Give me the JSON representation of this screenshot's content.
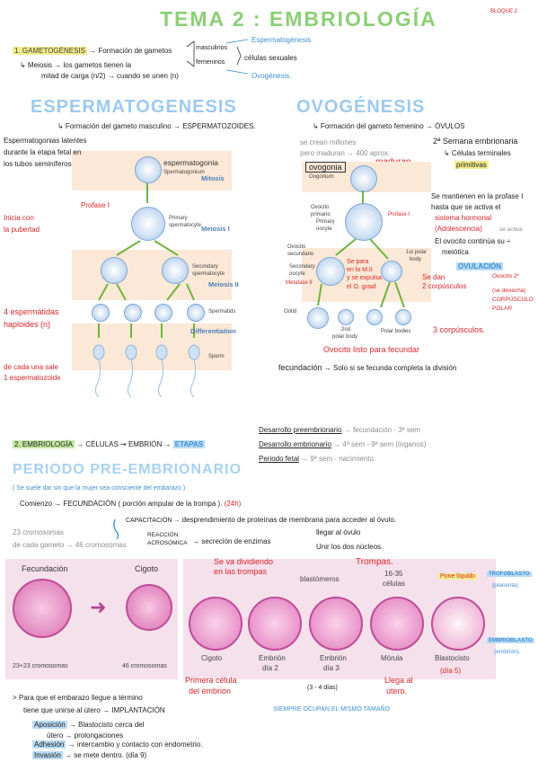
{
  "header": {
    "title": "TEMA 2 : EMBRIOLOGÍA",
    "bloque": "BLOQUE 2"
  },
  "intro": {
    "gametogenesis": "1. GAMETOGÉNESIS",
    "gametogenesis_def": "→ Formación de gametos",
    "masculinos": "masculinos",
    "femeninos": "femeninos",
    "espermatogenesis_link": "Espermatogénesis",
    "ovogenesis_link": "Ovogénesis.",
    "celulas_sexuales": "células sexuales",
    "meiosis_line1": "↳ Meiosis → los gametos tienen la",
    "meiosis_line2": "mitad de carga (n/2) → cuando se unen (n)"
  },
  "esperm": {
    "title": "ESPERMATOGENESIS",
    "def": "↳ Formación del gameto masculino → ESPERMATOZOIDES.",
    "spermatogonias_1": "Espermatogonias latentes",
    "spermatogonias_2": "durante la etapa fetal en",
    "spermatogonias_3": "los tubos seminíferos",
    "profase": "Profase I",
    "inicia_1": "Inicia con",
    "inicia_2": "la pubertad",
    "espermatidas_1": "4 espermátidas",
    "espermatidas_2": "haploides (n)",
    "cada_1": "de cada una sale",
    "cada_2": "1 espermatozoide"
  },
  "esperm_diagram": {
    "espermatogonia": "espermatogonia",
    "spermatogonium": "Spermatogonium",
    "mitosis": "Mitosis",
    "primary_1": "Primary",
    "primary_2": "spermatocyte",
    "meiosis1": "Meiosis I",
    "secondary_1": "Secondary",
    "secondary_2": "spermatocyte",
    "meiosis2": "Meiosis II",
    "spermatids": "Spermatids",
    "differentiation": "Differentiation",
    "sperm": "Sperm"
  },
  "ovo": {
    "title": "OVOGÉNESIS",
    "def": "↳ Formación del gameto femenino → ÓVULOS",
    "se_crean_1": "se crean millones",
    "se_crean_2": "pero maduran → 400 aprox.",
    "maduran": "maduran",
    "ovogonia": "ovogonia",
    "semana": "2ª Semana embrionaria",
    "celulas_term_1": "↳ Células terminales",
    "celulas_term_2": "primitivas",
    "mantienen_1": "Se mantienen en la profase I",
    "mantienen_2": "hasta que se activa el",
    "mantienen_3": "sistema hormonal",
    "mantienen_4": "(Adolescencia)",
    "se_activa": "se activa",
    "continua_1": "El ovocito continúa su ÷",
    "continua_2": "meiótica",
    "ovulacion": "OVULACIÓN",
    "se_para_1": "Se para",
    "se_para_2": "en la M.II",
    "se_para_3": "y se expulsa",
    "se_para_4": "el O. graaf",
    "se_dan_1": "Se dan",
    "se_dan_2": "2 corpúsculos",
    "ovocito2": "Ovocito 2º",
    "se_desecha_1": "(se desecha)",
    "se_desecha_2": "CORPÚSCULO",
    "se_desecha_3": "POLAR",
    "tres_corp": "3 corpúsculos.",
    "ovocito_listo": "Ovocito listo para fecundar",
    "fecundacion": "fecundación",
    "solo_si": "→ Solo si se fecunda completa la división"
  },
  "ovo_diagram": {
    "ovogonia_lbl": "Oogonium",
    "ovocito_primario_1": "Ovocito",
    "ovocito_primario_2": "primario",
    "primary_oocyte_1": "Primary",
    "primary_oocyte_2": "oocyte",
    "profase": "Profase I",
    "ovocito_secundario_1": "Ovocito",
    "ovocito_secundario_2": "secundario",
    "secondary_oocyte_1": "Secondary",
    "secondary_oocyte_2": "oocyte",
    "metafase": "Metafase II",
    "first_polar_1": "1st polar",
    "first_polar_2": "body",
    "ootid": "Ootid",
    "second_polar_1": "2nd",
    "second_polar_2": "polar body",
    "polar_bodies": "Polar bodies"
  },
  "embrio": {
    "heading": "2. EMBRIOLOGÍA",
    "chain": "→ CÉLULAS ⇝ EMBRIÓN →",
    "etapas": "ETAPAS",
    "stage1": "Desarrollo preembrionario",
    "stage1_info": "→ fecundación - 3ª sem",
    "stage2": "Desarrollo embrionario",
    "stage2_info": "→ 4ª sem - 9ª sem (órganos)",
    "stage3": "Periodo fetal",
    "stage3_info": "→ 9ª sem - nacimiento."
  },
  "pre": {
    "title": "PERIODO PRE-EMBRIONARIO",
    "subtitle": "( Se suele dar sin que la mujer sea consciente del embarazo )",
    "comienzo": "Comienzo → FECUNDACIÓN",
    "porcion": "( porción ampular de la trompa ).",
    "horas": "(24h)",
    "crom_1": "23 cromosomas",
    "crom_2": "de cada gameto → 46 cromosomas",
    "capacitacion": "CAPACITACIÓN →",
    "capacitacion_def": "desprendimiento de proteínas de membrana para acceder al óvulo.",
    "reaccion_1": "REACCIÓN",
    "reaccion_2": "ACROSÓMICA",
    "reaccion_def": "→ secreción de enzimas",
    "llegar": "llegar al óvulo",
    "unir": "Unir los dos núcleos."
  },
  "fig": {
    "fecundacion": "Fecundación",
    "cigoto_title": "Cigoto",
    "cromosomas_left": "23+23 cromosomas",
    "cromosomas_right": "46 cromosomas",
    "blastomeros": "blastómeros",
    "celulas_count_1": "16-35",
    "celulas_count_2": "células",
    "stage_cigoto": "Cigoto",
    "stage_e2_1": "Embrión",
    "stage_e2_2": "día 2",
    "stage_e3_1": "Embrión",
    "stage_e3_2": "día 3",
    "stage_morula": "Mórula",
    "stage_blasto": "Blastocisto"
  },
  "fig_notes": {
    "dividiendo_1": "Se va dividiendo",
    "dividiendo_2": "en las trompas",
    "trompas": "Trompas.",
    "pone_liquido": "Pone líquido",
    "trofoblasto_1": "TROFOBLASTO",
    "trofoblasto_2": "(placenta)",
    "embrioblasto_1": "EMBRIOBLASTO",
    "embrioblasto_2": "(embrión).",
    "primera_1": "Primera célula",
    "primera_2": "del embrión",
    "dias": "(3 - 4 días)",
    "llega_1": "Llega al",
    "llega_2": "útero.",
    "dia5": "(día 5)",
    "siempre": "SIEMPRE OCUPAN EL MISMO TAMAÑO"
  },
  "implant": {
    "line1": "> Para que el embarazo llegue a término",
    "line2": "tiene que unirse al útero → IMPLANTACIÓN",
    "aposicion": "Aposición",
    "aposicion_def_1": "→ Blastocisto cerca del",
    "aposicion_def_2": "útero → prolongaciones",
    "adhesion": "Adhesión",
    "adhesion_def": "→ intercambio y contacto con endometrio.",
    "invasion": "Invasión",
    "invasion_def": "→ se mete dentro. (día 9)"
  }
}
